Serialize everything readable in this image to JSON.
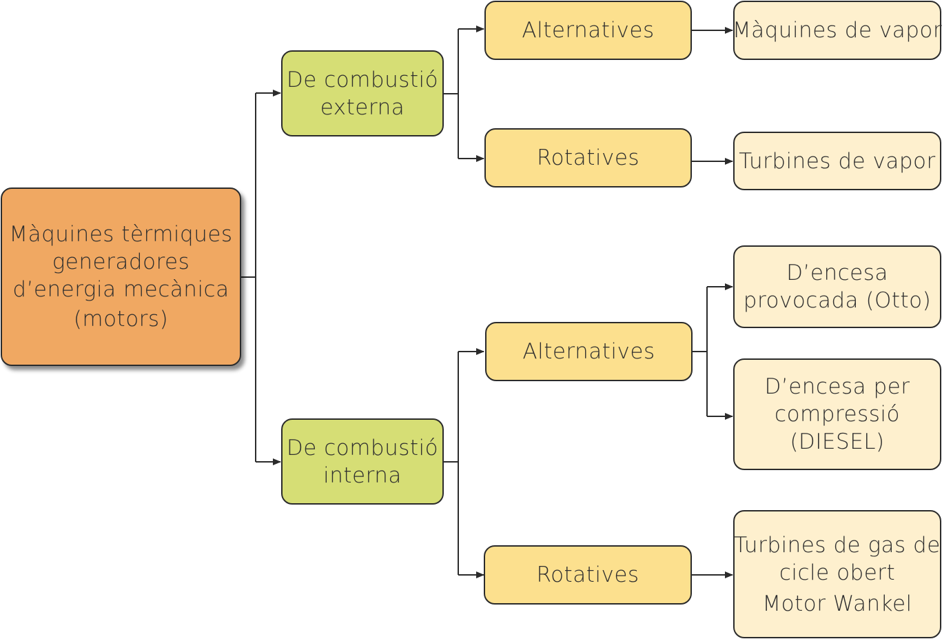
{
  "colors": {
    "root_fill": "#F0A862",
    "level1_fill": "#D6DE75",
    "level2_fill": "#FCE08E",
    "level3_fill": "#FEF0CE",
    "line": "#2B2B2B"
  },
  "diagram": {
    "root": {
      "lines": [
        "Màquines tèrmiques",
        "generadores",
        "d’energia mecànica",
        "(motors)"
      ]
    },
    "external_combustion": {
      "lines": [
        "De combustió",
        "externa"
      ]
    },
    "internal_combustion": {
      "lines": [
        "De combustió",
        "interna"
      ]
    },
    "ext_alternatives": {
      "lines": [
        "Alternatives"
      ]
    },
    "ext_rotatives": {
      "lines": [
        "Rotatives"
      ]
    },
    "int_alternatives": {
      "lines": [
        "Alternatives"
      ]
    },
    "int_rotatives": {
      "lines": [
        "Rotatives"
      ]
    },
    "steam_machines": {
      "lines": [
        "Màquines de vapor"
      ]
    },
    "steam_turbines": {
      "lines": [
        "Turbines de vapor"
      ]
    },
    "spark_ignition": {
      "lines": [
        "D’encesa",
        "provocada (Otto)"
      ]
    },
    "compression_ignition": {
      "lines": [
        "D’encesa per",
        "compressió",
        "(DIESEL)"
      ]
    },
    "gas_turbines": {
      "lines": [
        "Turbines de gas de",
        "cicle obert",
        "Motor Wankel"
      ]
    }
  }
}
